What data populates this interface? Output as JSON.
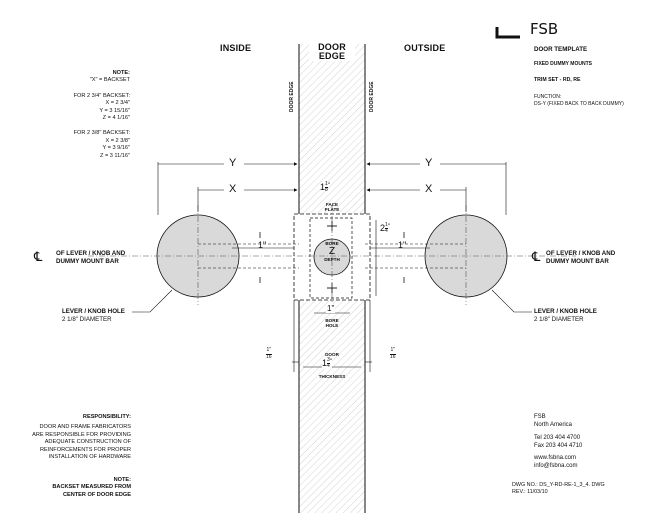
{
  "brand": {
    "name": "FSB"
  },
  "header": {
    "inside": "INSIDE",
    "door_edge_1": "DOOR",
    "door_edge_2": "EDGE",
    "outside": "OUTSIDE"
  },
  "template": {
    "title": "DOOR TEMPLATE",
    "subtitle": "FIXED DUMMY MOUNTS",
    "trim_set": "TRIM SET - RD, RE",
    "function_label": "FUNCTION:",
    "function_value": "DS-Y (FIXED BACK TO BACK DUMMY)"
  },
  "note_top": {
    "title": "NOTE:",
    "backset_def": "\"X\" = BACKSET",
    "group1_title": "FOR 2 3/4\" BACKSET:",
    "group1_x": "X = 2 3/4\"",
    "group1_y": "Y = 3 15/16\"",
    "group1_z": "Z = 4 1/16\"",
    "group2_title": "FOR 2 3/8\" BACKSET:",
    "group2_x": "X = 2 3/8\"",
    "group2_y": "Y = 3 9/16\"",
    "group2_z": "Z = 3 11/16\""
  },
  "labels": {
    "door_edge_left": "DOOR EDGE",
    "door_edge_right": "DOOR EDGE",
    "centerline_symbol": "℄",
    "centerline_1": "OF LEVER / KNOB AND",
    "centerline_2": "DUMMY MOUNT BAR",
    "hole_1": "LEVER / KNOB HOLE",
    "hole_2": "2 1/8\" DIAMETER",
    "face_plate_1": "FACE",
    "face_plate_2": "PLATE",
    "bore_depth_1": "BORE",
    "bore_depth_z": "Z",
    "bore_depth_2": "DEPTH",
    "bore_hole_1": "BORE",
    "bore_hole_2": "HOLE",
    "door_thickness_1": "DOOR",
    "door_thickness_2": "THICKNESS"
  },
  "dims": {
    "y": "Y",
    "x": "X",
    "one": "1\"",
    "one_eighth_whole": "1",
    "one_eighth_num": "1",
    "one_eighth_den": "8",
    "one_eighth_unit": "\"",
    "two_quarter_whole": "2",
    "two_quarter_num": "1",
    "two_quarter_den": "4",
    "two_quarter_unit": "\"",
    "three_quarter_whole": "1",
    "three_quarter_num": "3",
    "three_quarter_den": "4",
    "three_quarter_unit": "\"",
    "sixteenth_num": "1",
    "sixteenth_den": "16",
    "sixteenth_unit": "\""
  },
  "responsibility": {
    "title": "RESPONSIBILITY:",
    "line1": "DOOR AND FRAME FABRICATORS",
    "line2": "ARE RESPONSIBLE FOR PROVIDING",
    "line3": "ADEQUATE CONSTRUCTION OF",
    "line4": "REINFORCEMENTS FOR PROPER",
    "line5": "INSTALLATION OF HARDWARE"
  },
  "note_bottom": {
    "title": "NOTE:",
    "line1": "BACKSET MEASURED FROM",
    "line2": "CENTER OF DOOR EDGE"
  },
  "contact": {
    "company": "FSB",
    "region": "North America",
    "tel": "Tel 203 404 4700",
    "fax": "Fax 203 404 4710",
    "web1": "www.fsbna.com",
    "web2": "info@fsbna.com"
  },
  "drawing": {
    "dwg_no": "DWG NO.: DS_Y-RD-RE-1_3_4. DWG",
    "rev": "REV.: 11/03/10"
  }
}
